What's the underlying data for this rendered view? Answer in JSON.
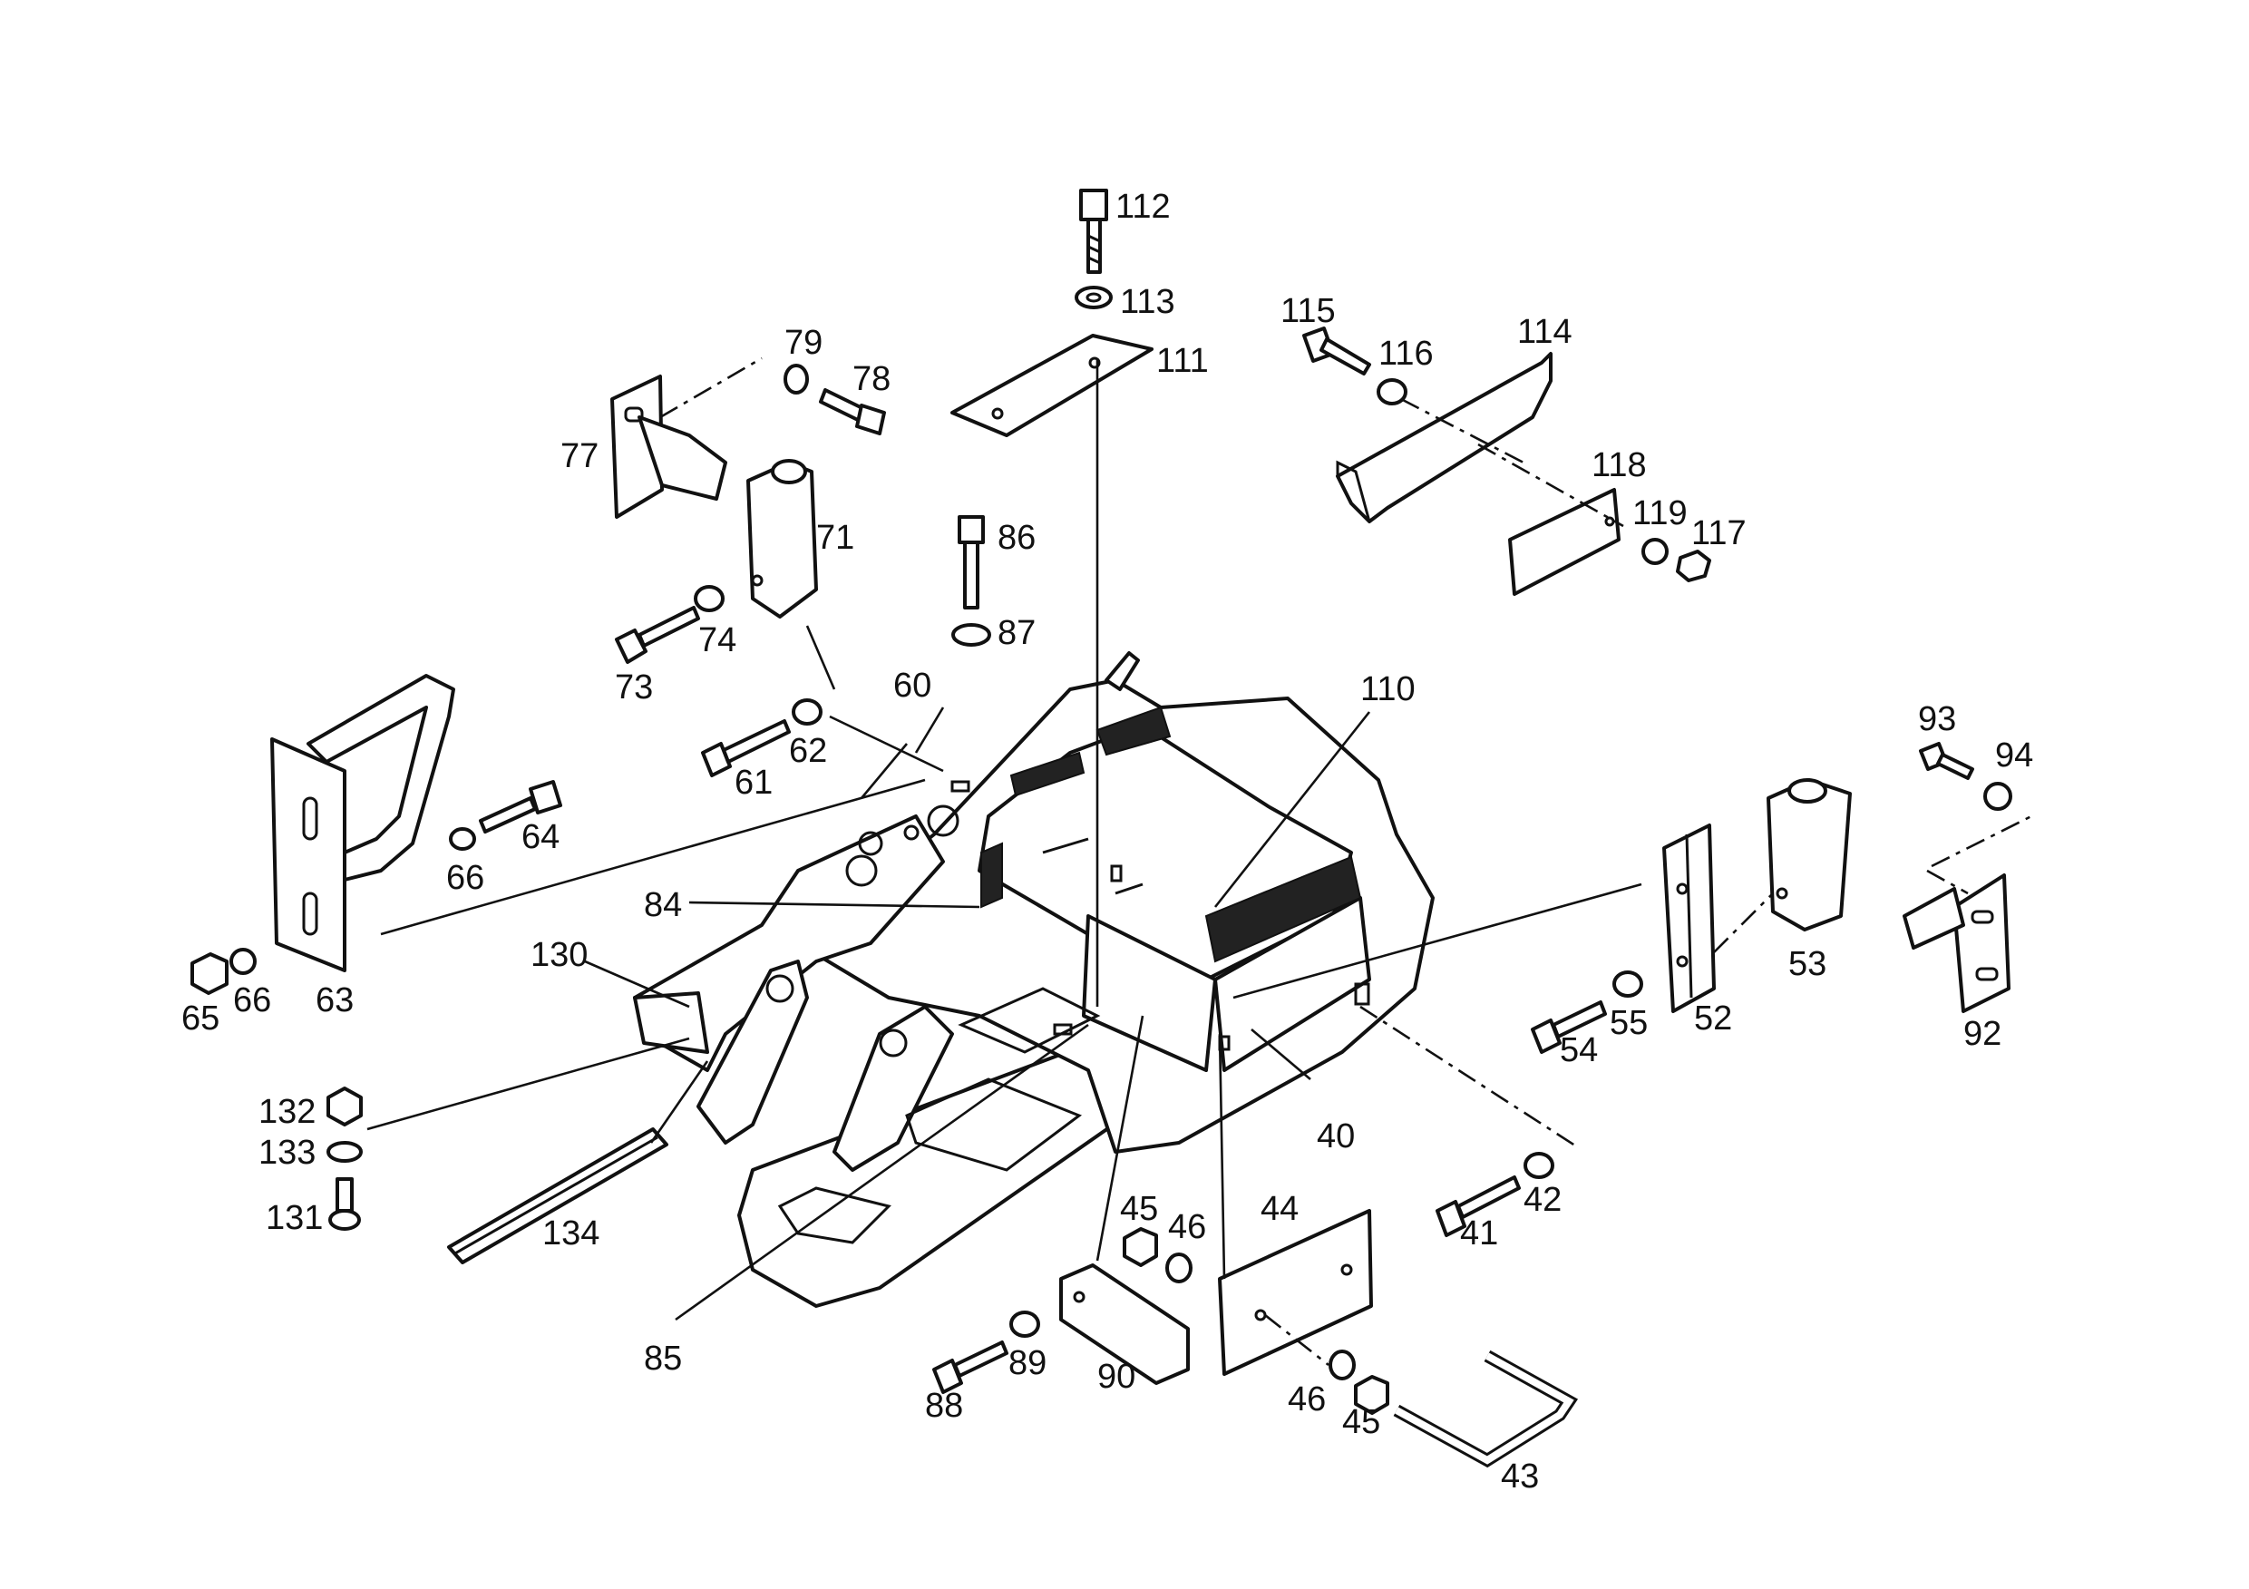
{
  "callouts": {
    "c112": "112",
    "c113": "113",
    "c111": "111",
    "c115": "115",
    "c116": "116",
    "c114": "114",
    "c118": "118",
    "c119": "119",
    "c117": "117",
    "c79": "79",
    "c78": "78",
    "c77": "77",
    "c71": "71",
    "c86": "86",
    "c87": "87",
    "c73": "73",
    "c74": "74",
    "c60": "60",
    "c110": "110",
    "c61": "61",
    "c62": "62",
    "c64": "64",
    "c66a": "66",
    "c66b": "66",
    "c63": "63",
    "c65": "65",
    "c84": "84",
    "c130": "130",
    "c132": "132",
    "c133": "133",
    "c131": "131",
    "c134": "134",
    "c93": "93",
    "c94": "94",
    "c53": "53",
    "c52": "52",
    "c92": "92",
    "c54": "54",
    "c55": "55",
    "c40": "40",
    "c41": "41",
    "c42": "42",
    "c45a": "45",
    "c46a": "46",
    "c44": "44",
    "c85": "85",
    "c88": "88",
    "c89": "89",
    "c90": "90",
    "c46b": "46",
    "c45b": "45",
    "c43": "43"
  }
}
